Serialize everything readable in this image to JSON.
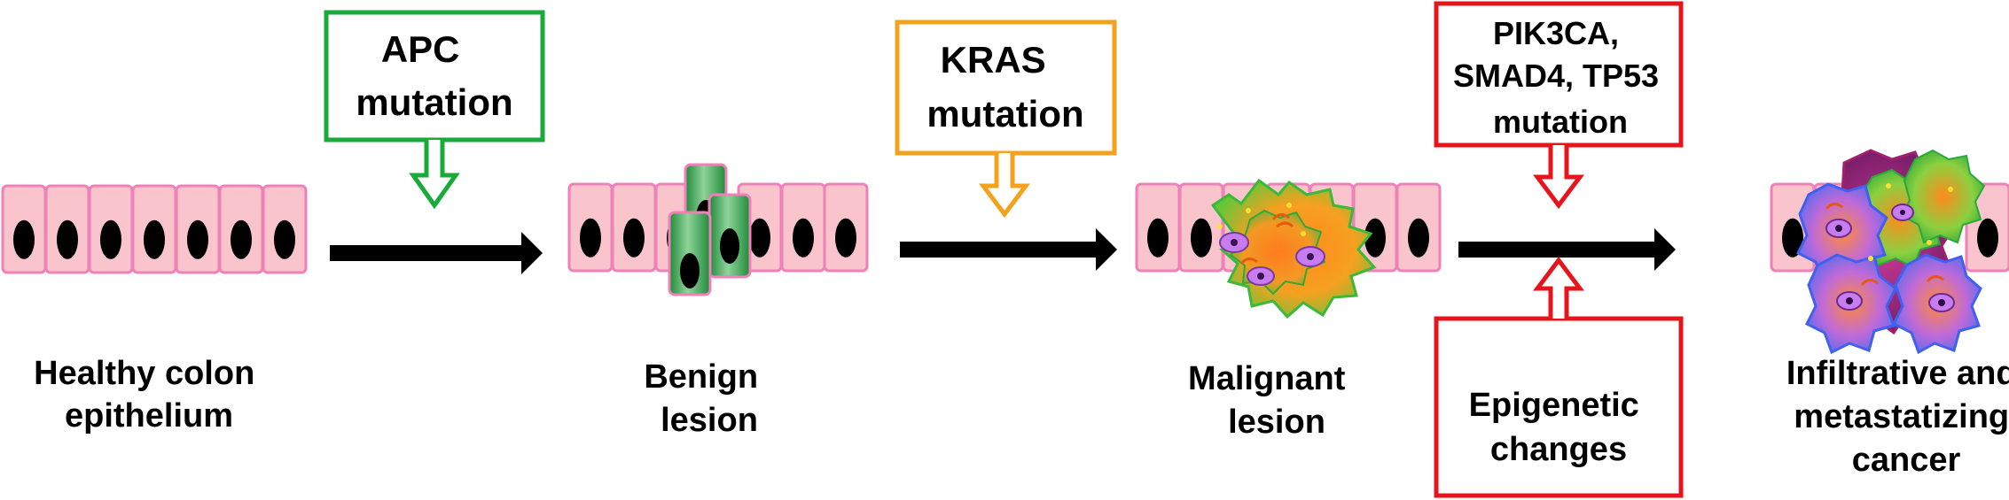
{
  "stages": [
    {
      "id": "healthy",
      "label_lines": [
        "Healthy colon",
        "epithelium"
      ]
    },
    {
      "id": "benign",
      "label_lines": [
        "Benign",
        "lesion"
      ]
    },
    {
      "id": "malignant",
      "label_lines": [
        "Malignant",
        "lesion"
      ]
    },
    {
      "id": "cancer",
      "label_lines": [
        "Infiltrative and",
        "metastatizing",
        "cancer"
      ]
    }
  ],
  "events": [
    {
      "id": "apc",
      "lines": [
        "APC",
        "mutation"
      ],
      "color": "#1aaa3a"
    },
    {
      "id": "kras",
      "lines": [
        "KRAS",
        "mutation"
      ],
      "color": "#f5a11c"
    },
    {
      "id": "pik3ca",
      "lines": [
        "PIK3CA,",
        "SMAD4, TP53",
        "mutation"
      ],
      "color": "#e8141c"
    },
    {
      "id": "epigenetic",
      "lines": [
        "Epigenetic",
        "changes"
      ],
      "color": "#e8141c"
    }
  ],
  "colors": {
    "cell_fill": "#f9c4cc",
    "cell_border": "#f080b8",
    "nucleus": "#000000",
    "progression_arrow": "#000000"
  }
}
